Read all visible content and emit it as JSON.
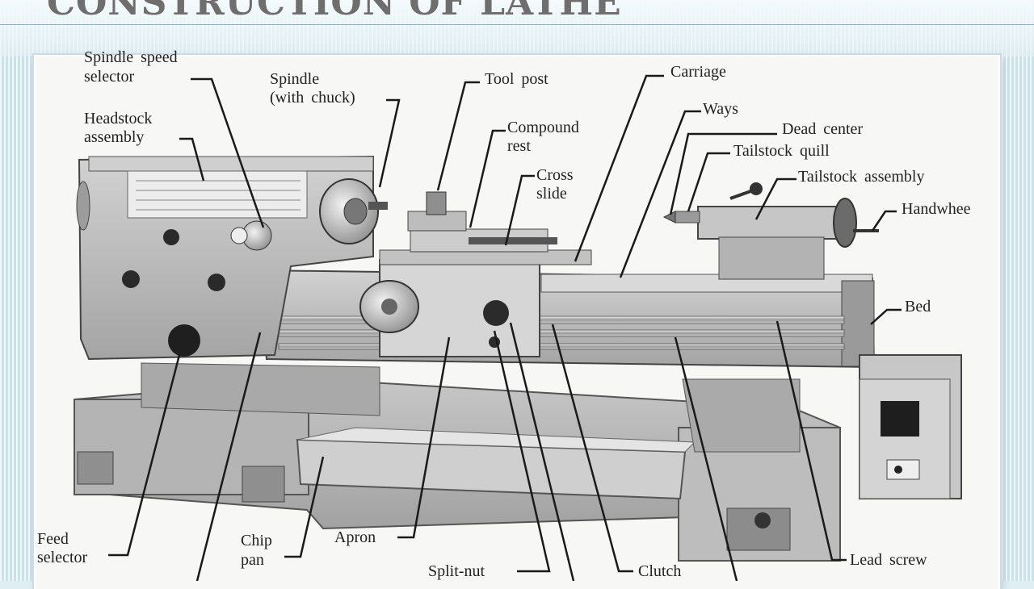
{
  "slide": {
    "title": "CONSTRUCTION OF LATHE"
  },
  "diagram": {
    "labels": {
      "spindle_speed_selector": [
        "Spindle speed",
        "selector"
      ],
      "headstock_assembly": [
        "Headstock",
        "assembly"
      ],
      "spindle_with_chuck": [
        "Spindle",
        "(with chuck)"
      ],
      "tool_post": [
        "Tool post"
      ],
      "compound_rest": [
        "Compound",
        "rest"
      ],
      "cross_slide": [
        "Cross",
        "slide"
      ],
      "carriage": [
        "Carriage"
      ],
      "ways": [
        "Ways"
      ],
      "dead_center": [
        "Dead center"
      ],
      "tailstock_quill": [
        "Tailstock quill"
      ],
      "tailstock_assembly": [
        "Tailstock assembly"
      ],
      "handwheel": [
        "Handwhee"
      ],
      "bed": [
        "Bed"
      ],
      "feed_selector": [
        "Feed",
        "selector"
      ],
      "chip_pan": [
        "Chip",
        "pan"
      ],
      "apron": [
        "Apron"
      ],
      "split_nut": [
        "Split-nut"
      ],
      "clutch": [
        "Clutch"
      ],
      "lead_screw": [
        "Lead screw"
      ]
    }
  },
  "colors": {
    "machine_body": "#b9b9b9",
    "machine_dark": "#6a6a6a",
    "machine_light": "#dcdcdc",
    "paper": "#f7f7f6",
    "background": "#dfeef3",
    "title": "#6e6e6e"
  }
}
